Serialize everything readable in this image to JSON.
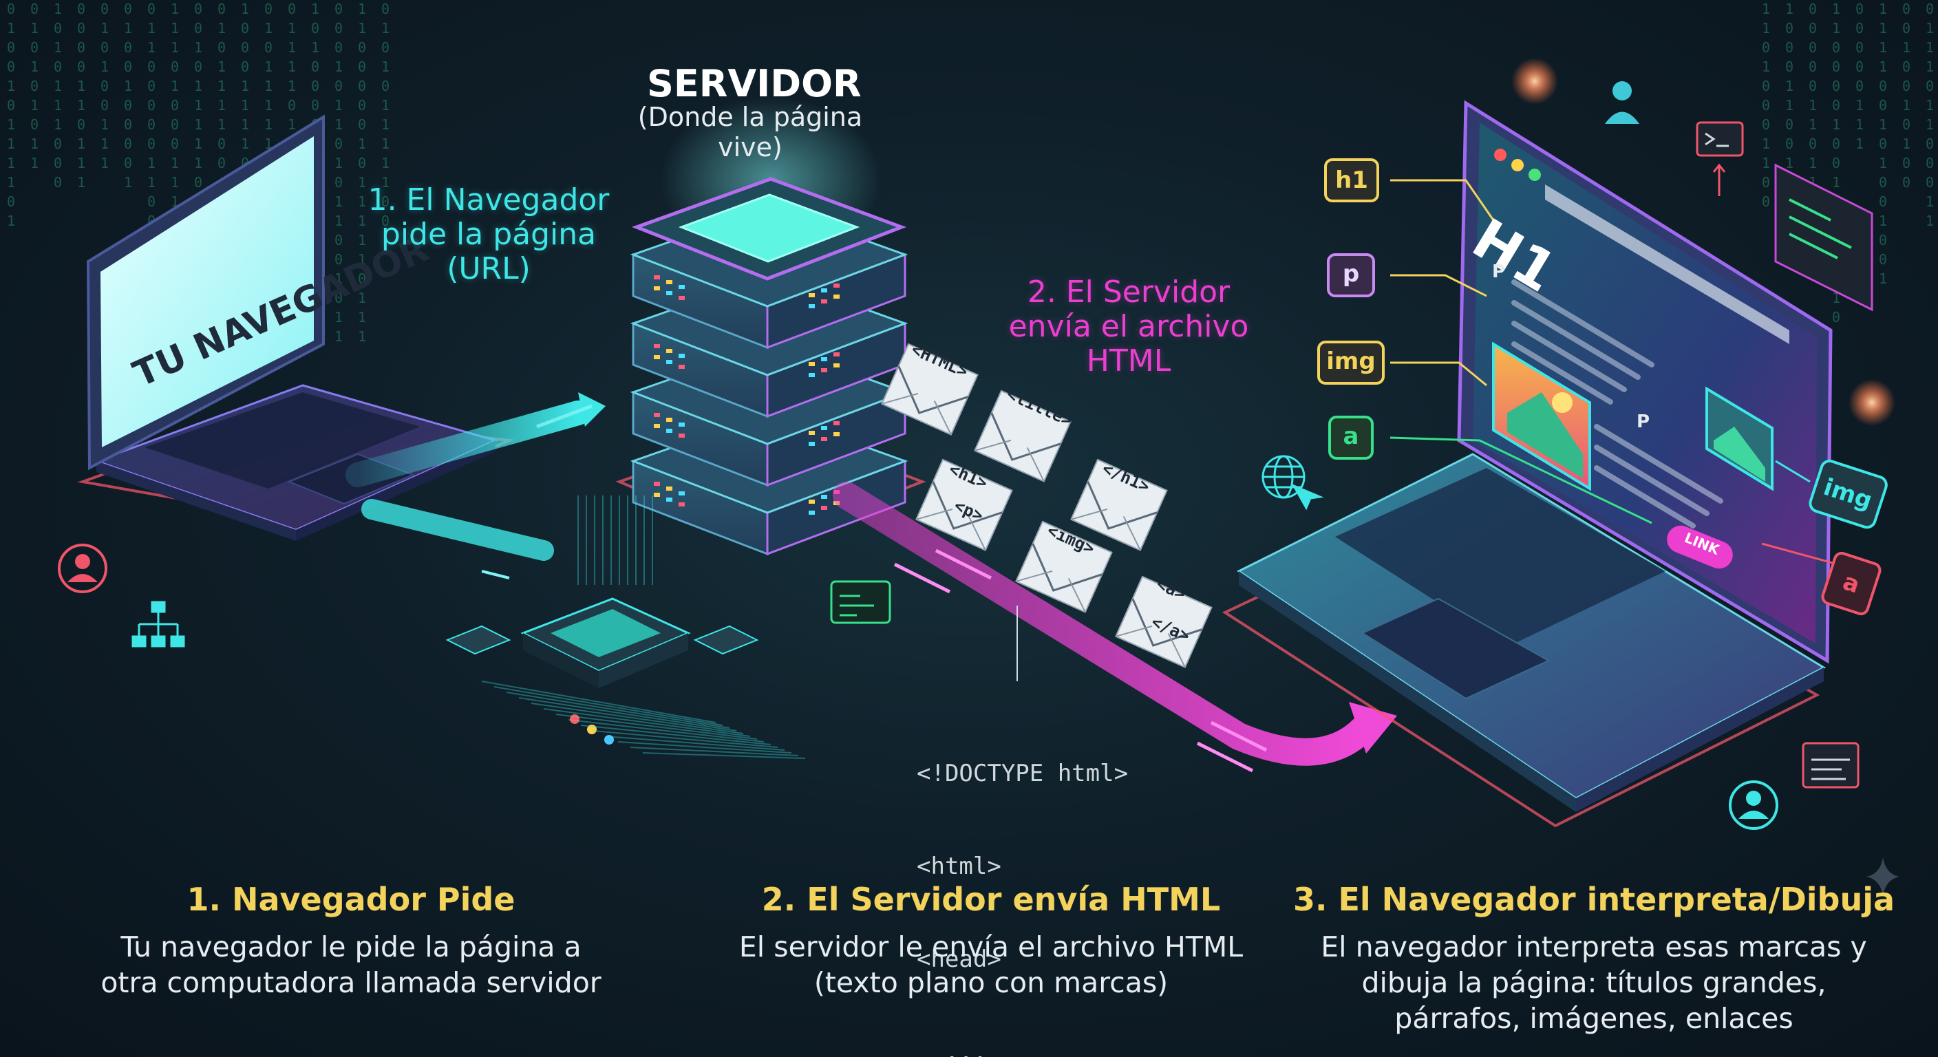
{
  "server": {
    "title": "SERVIDOR",
    "subtitle": "(Donde la página vive)"
  },
  "browser_label": "TU NAVEGADOR",
  "step_labels": {
    "request": [
      "1. El Navegador",
      "pide la página",
      "(URL)"
    ],
    "send": [
      "2. El Servidor",
      "envía el archivo",
      "HTML"
    ]
  },
  "envelopes": [
    "<HTML>",
    "<title>",
    "<h1>",
    "<p>",
    "</h1>",
    "<img>",
    "<a>",
    "</a>"
  ],
  "code_lines": [
    "<!DOCTYPE html>",
    "<html>",
    "<head>",
    "  ..."
  ],
  "render_tags": {
    "h1": "h1",
    "p": "p",
    "img": "img",
    "a": "a",
    "img_right": "img",
    "a_right": "a",
    "link": "LINK"
  },
  "screen": {
    "heading": "H1",
    "p_marker": "P"
  },
  "captions": [
    {
      "title": "1. Navegador Pide",
      "lines": [
        "Tu navegador le pide la página a",
        "otra computadora llamada servidor"
      ]
    },
    {
      "title": "2. El Servidor envía HTML",
      "lines": [
        "El servidor le envía el archivo HTML",
        "(texto plano con marcas)"
      ]
    },
    {
      "title": "3. El Navegador interpreta/Dibuja",
      "lines": [
        "El navegador interpreta esas marcas y",
        "dibuja la página: títulos grandes,",
        "párrafos, imágenes, enlaces"
      ]
    }
  ],
  "colors": {
    "cyan": "#3fe6e6",
    "magenta": "#ec3fd0",
    "yellow": "#f3d35c",
    "green": "#37e08a",
    "background": "#0f1f29"
  },
  "icons": [
    "user-icon",
    "sitemap-icon",
    "globe-cursor-icon",
    "terminal-window-icon",
    "chip-icon",
    "sparkle-icon"
  ]
}
